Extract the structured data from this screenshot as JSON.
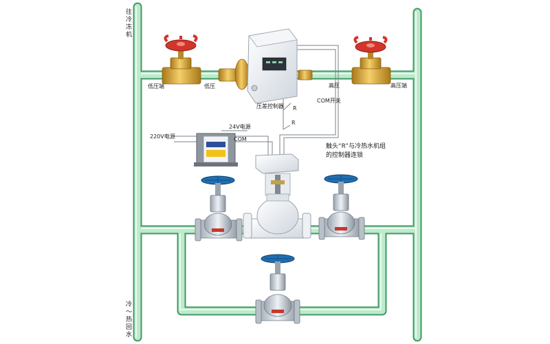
{
  "labels": {
    "to_chiller": "往冷冻机",
    "cold_hot_water": "冷～热回水",
    "low_pressure_end": "低压端",
    "low_pressure": "低压",
    "high_pressure": "高压",
    "high_pressure_end": "高压端",
    "controller": "压差控制器",
    "com_switch": "COM开关",
    "r_top": "R",
    "r_bottom": "R",
    "v220": "220V电源",
    "v24": "24V电源",
    "com": "COM",
    "note_line1": "触头“R”与冷热水机组",
    "note_line2": "的控制器连锁"
  },
  "colors": {
    "pipe": "#b9e8cc",
    "pipe_edge": "#3f9a66",
    "brass": "#d8a433",
    "red_wheel": "#d3352a",
    "blue_wheel": "#1f6fb3",
    "valve_body": "#dde3ea"
  }
}
